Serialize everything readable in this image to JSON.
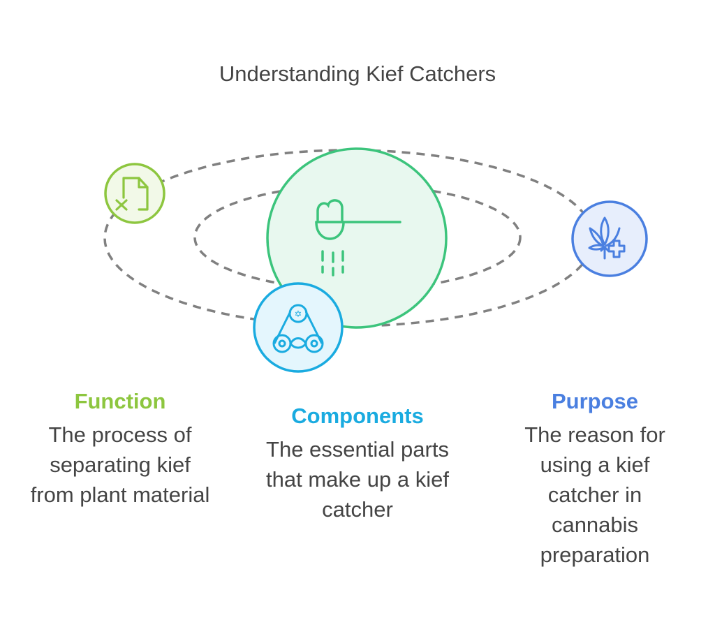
{
  "title": "Understanding Kief Catchers",
  "center": {
    "icon": "kief-scoop-icon",
    "color": "#3cc47c",
    "fill": "#e8f8ef"
  },
  "items": [
    {
      "heading": "Function",
      "description": "The process of separating kief from plant material",
      "icon": "file-x-icon",
      "color": "#8dc63f",
      "fill": "#f2f9e8"
    },
    {
      "heading": "Components",
      "description": "The essential parts that make up a kief catcher",
      "icon": "belt-drive-icon",
      "color": "#1aabe0",
      "fill": "#e4f6fd"
    },
    {
      "heading": "Purpose",
      "description": "The reason for using a kief catcher in cannabis preparation",
      "icon": "cannabis-plus-icon",
      "color": "#4a7fe0",
      "fill": "#e7eefc"
    }
  ],
  "orbit_color": "#808080"
}
